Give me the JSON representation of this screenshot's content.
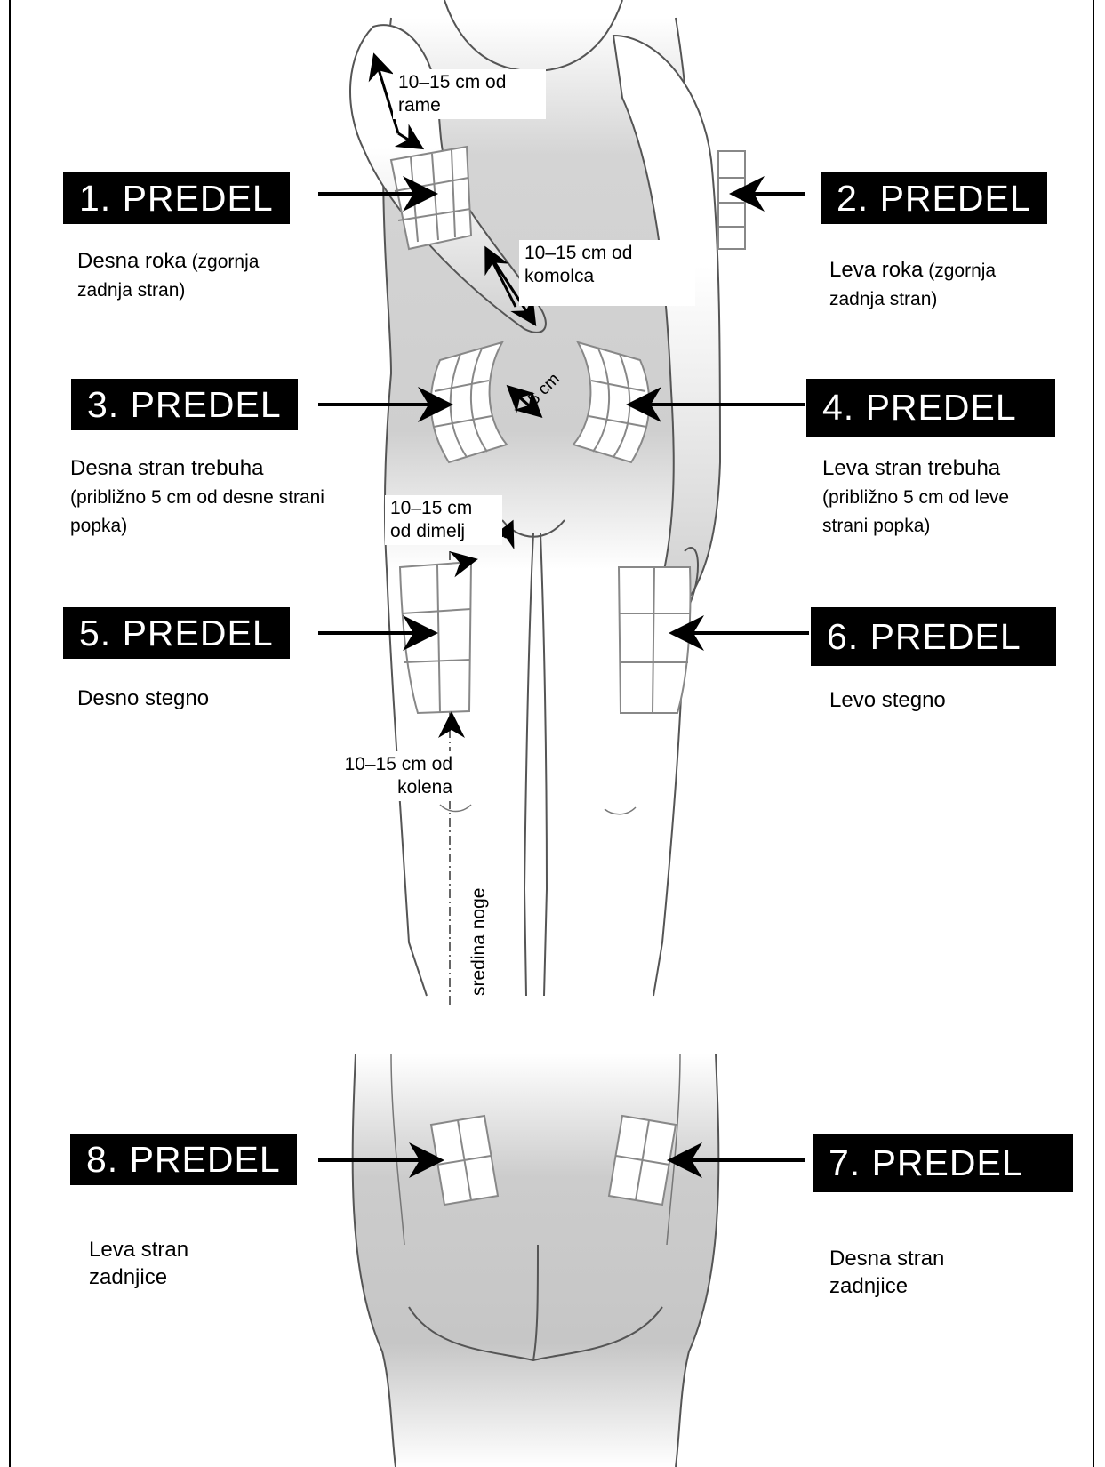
{
  "sites": [
    {
      "label": "1. PREDEL",
      "desc_main": "Desna roka",
      "desc_small": " (zgornja zadnja stran)"
    },
    {
      "label": "2. PREDEL",
      "desc_main": "Leva roka",
      "desc_small": " (zgornja zadnja stran)"
    },
    {
      "label": "3. PREDEL",
      "desc_main": "Desna stran trebuha",
      "desc_small": " (približno 5 cm od desne strani popka)"
    },
    {
      "label": "4. PREDEL",
      "desc_main": "Leva stran trebuha",
      "desc_small": " (približno 5 cm od leve strani popka)"
    },
    {
      "label": "5. PREDEL",
      "desc_main": "Desno stegno",
      "desc_small": ""
    },
    {
      "label": "6. PREDEL",
      "desc_main": "Levo stegno",
      "desc_small": ""
    },
    {
      "label": "7. PREDEL",
      "desc_main": "Desna stran zadnjice",
      "desc_small": ""
    },
    {
      "label": "8. PREDEL",
      "desc_main": "Leva stran zadnjice",
      "desc_small": ""
    }
  ],
  "notes": {
    "shoulder": "10–15 cm od rame",
    "elbow": "10–15 cm od komolca",
    "navel": "5 cm",
    "groin": "10–15 cm od dimelj",
    "knee": "10–15 cm od kolena",
    "midleg": "sredina noge"
  },
  "colors": {
    "label_bg": "#000000",
    "label_text": "#ffffff",
    "body_shade": "#c8c8c8",
    "outline": "#555555"
  }
}
